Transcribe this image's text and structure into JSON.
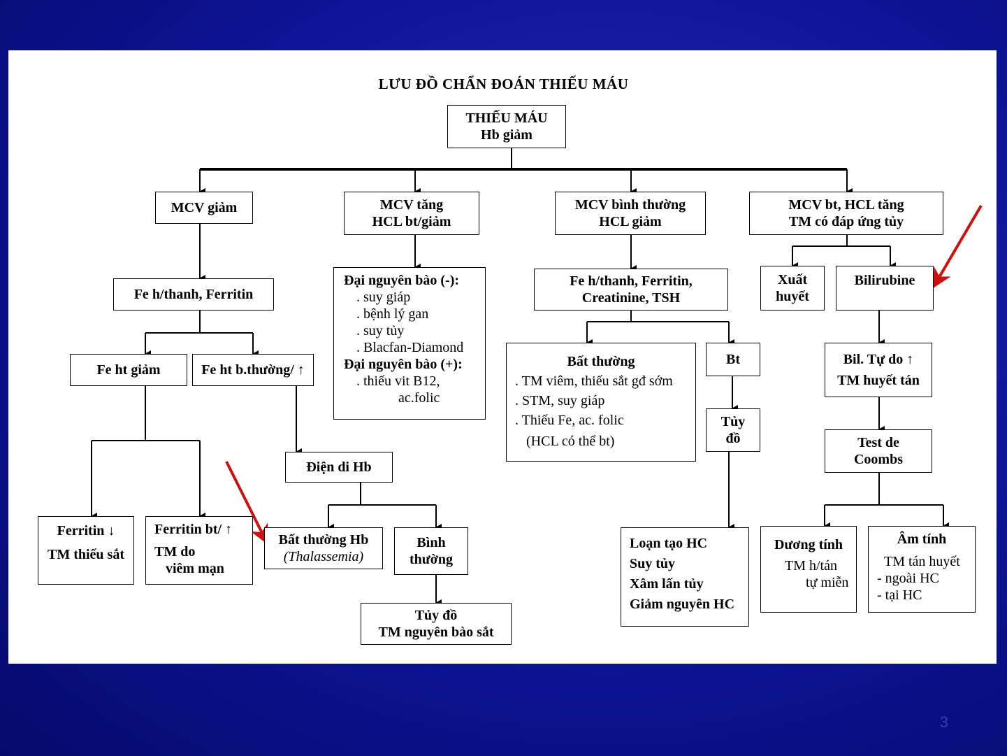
{
  "title": "LƯU ĐỒ CHẨN ĐOÁN THIẾU MÁU",
  "page_number": "3",
  "nodes": {
    "root": [
      "THIẾU MÁU",
      "Hb giảm"
    ],
    "mcv_giam": [
      "MCV giảm"
    ],
    "mcv_tang": [
      "MCV tăng",
      "HCL bt/giảm"
    ],
    "mcv_bt": [
      "MCV bình thường",
      "HCL giảm"
    ],
    "mcv_bt_hcl_tang": [
      "MCV bt, HCL tăng",
      "TM có đáp ứng tủy"
    ],
    "fe_ferritin": [
      "Fe h/thanh, Ferritin"
    ],
    "dai_nguyen_bao": {
      "head1": "Đại nguyên bào (-):",
      "items1": [
        ". suy giáp",
        ". bệnh lý gan",
        ". suy tủy",
        ". Blacfan-Diamond"
      ],
      "head2": "Đại nguyên bào (+):",
      "items2": [
        ". thiếu vit B12,",
        "ac.folic"
      ]
    },
    "fe_ferritin_ct": [
      "Fe h/thanh, Ferritin,",
      "Creatinine, TSH"
    ],
    "xuat_huyet": [
      "Xuất",
      "huyết"
    ],
    "bilirubine": [
      "Bilirubine"
    ],
    "fe_ht_giam": [
      "Fe ht giảm"
    ],
    "fe_ht_bt": [
      "Fe ht b.thường/ ↑"
    ],
    "bat_thuong": {
      "head": "Bất thường",
      "items": [
        ". TM viêm, thiếu sắt gđ sớm",
        ". STM, suy giáp",
        ". Thiếu Fe, ac. folic",
        "(HCL có thể bt)"
      ]
    },
    "bt": [
      "Bt"
    ],
    "bil_tu_do": [
      "Bil. Tự do ↑",
      "TM huyết tán"
    ],
    "tuy_do_1": [
      "Tủy",
      "đồ"
    ],
    "test_coombs": [
      "Test de",
      "Coombs"
    ],
    "dien_di_hb": [
      "Điện di Hb"
    ],
    "ferritin_giam": [
      "Ferritin ↓",
      "TM thiếu sắt"
    ],
    "ferritin_bt": [
      "Ferritin  bt/ ↑",
      "TM do",
      "viêm mạn"
    ],
    "bat_thuong_hb": [
      "Bất thường Hb",
      "(Thalassemia)"
    ],
    "binh_thuong": [
      "Bình",
      "thường"
    ],
    "tuy_do_2": [
      "Tủy đồ",
      "TM nguyên bào sắt"
    ],
    "loan_tao": [
      "Loạn tạo HC",
      "Suy tủy",
      "Xâm lấn tủy",
      "Giảm nguyên HC"
    ],
    "duong_tinh": [
      "Dương tính",
      "TM h/tán",
      "tự miễn"
    ],
    "am_tinh": [
      "Âm tính",
      "TM tán huyết",
      "- ngoài HC",
      "- tại HC"
    ]
  },
  "colors": {
    "arrow_highlight": "#cc1111",
    "background": "#0d1496",
    "panel": "#ffffff"
  }
}
